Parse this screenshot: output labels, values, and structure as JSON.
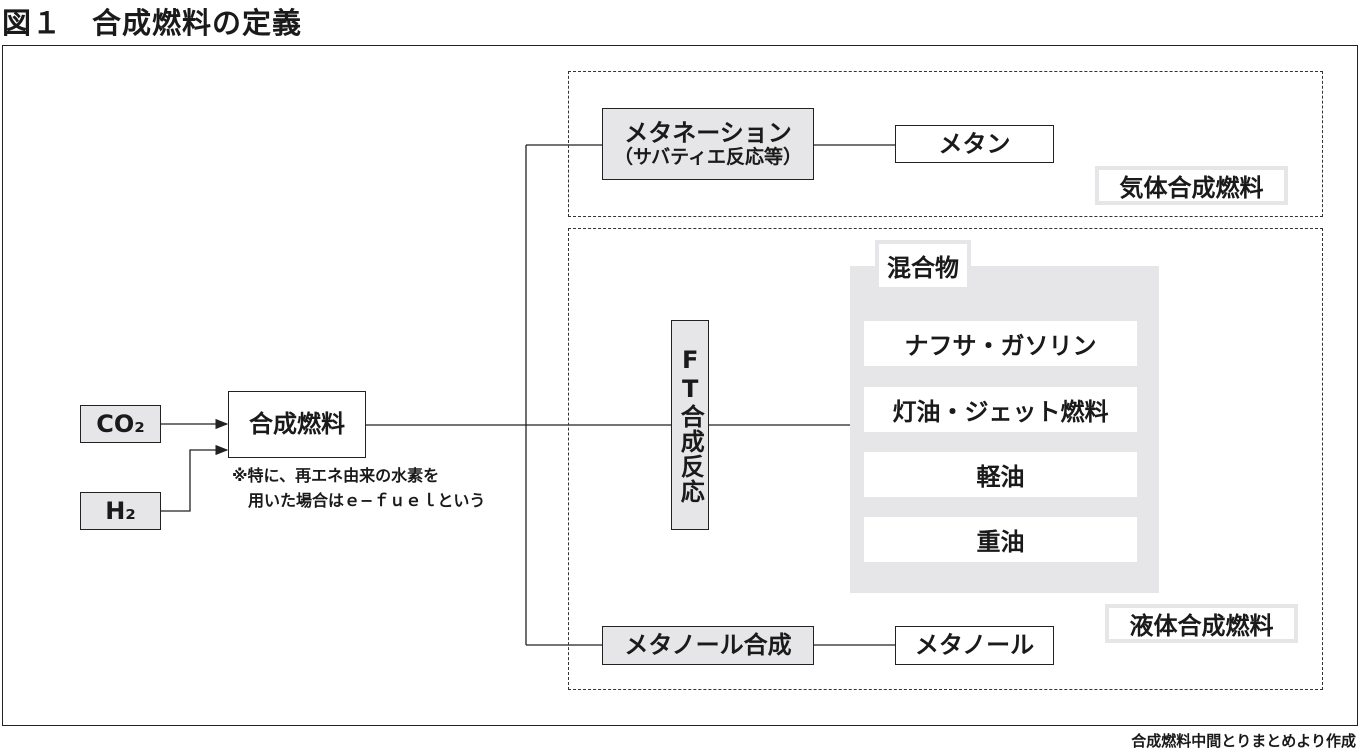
{
  "title": "図１　合成燃料の定義",
  "inputs": {
    "co2": "CO₂",
    "h2": "H₂"
  },
  "synthetic_fuel": "合成燃料",
  "note": {
    "line1": "※特に、再エネ由来の水素を",
    "line2": "用いた場合はｅ−ｆｕｅｌという"
  },
  "gas": {
    "process_line1": "メタネーション",
    "process_line2": "（サバティエ反応等）",
    "product": "メタン",
    "category": "気体合成燃料"
  },
  "liquid": {
    "ft_process": "FT合成反応",
    "mixture_label": "混合物",
    "mixture_items": [
      "ナフサ・ガソリン",
      "灯油・ジェット燃料",
      "軽油",
      "重油"
    ],
    "methanol_process": "メタノール合成",
    "methanol_product": "メタノール",
    "category": "液体合成燃料"
  },
  "source": "合成燃料中間とりまとめより作成"
}
